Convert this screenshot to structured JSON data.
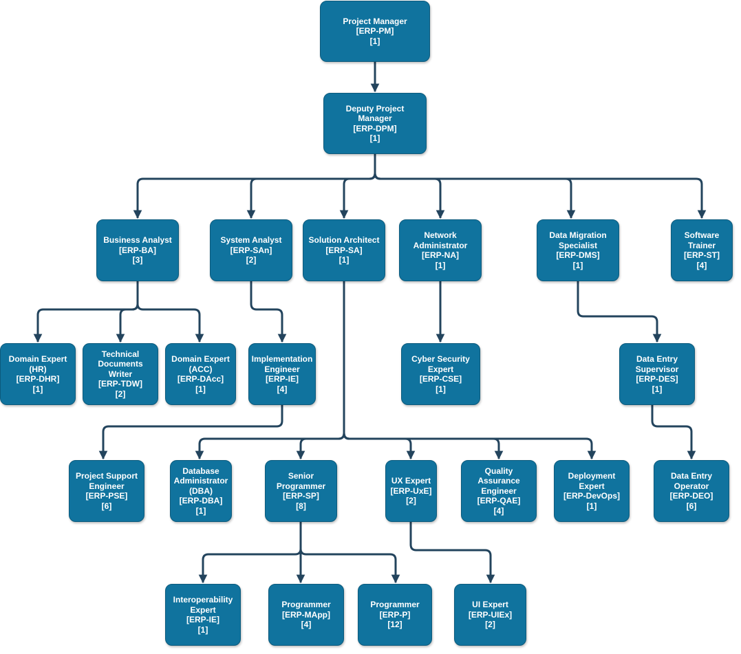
{
  "colors": {
    "node_fill": "#10739e",
    "connector": "#23445d"
  },
  "nodes": {
    "pm": {
      "title": "Project Manager",
      "code": "[ERP-PM]",
      "count": "[1]"
    },
    "dpm": {
      "title": "Deputy Project Manager",
      "code": "[ERP-DPM]",
      "count": "[1]"
    },
    "ba": {
      "title": "Business Analyst",
      "code": "[ERP-BA]",
      "count": "[3]"
    },
    "san": {
      "title": "System Analyst",
      "code": "[ERP-SAn]",
      "count": "[2]"
    },
    "sa": {
      "title": "Solution Architect",
      "code": "[ERP-SA]",
      "count": "[1]"
    },
    "na": {
      "title": "Network\nAdministrator",
      "code": "[ERP-NA]",
      "count": "[1]"
    },
    "dms": {
      "title": "Data Migration\nSpecialist",
      "code": "[ERP-DMS]",
      "count": "[1]"
    },
    "st": {
      "title": "Software\nTrainer",
      "code": "[ERP-ST]",
      "count": "[4]"
    },
    "dhr": {
      "title": "Domain Expert\n(HR)",
      "code": "[ERP-DHR]",
      "count": "[1]"
    },
    "tdw": {
      "title": "Technical\nDocuments Writer",
      "code": "[ERP-TDW]",
      "count": "[2]"
    },
    "dacc": {
      "title": "Domain Expert\n(ACC)",
      "code": "[ERP-DAcc]",
      "count": "[1]"
    },
    "ie": {
      "title": "Implementation\nEngineer",
      "code": "[ERP-IE]",
      "count": "[4]"
    },
    "cse": {
      "title": "Cyber Security\nExpert",
      "code": "[ERP-CSE]",
      "count": "[1]"
    },
    "des": {
      "title": "Data Entry\nSupervisor",
      "code": "[ERP-DES]",
      "count": "[1]"
    },
    "pse": {
      "title": "Project Support\nEngineer",
      "code": "[ERP-PSE]",
      "count": "[6]"
    },
    "dba": {
      "title": "Database\nAdministrator\n(DBA)",
      "code": "[ERP-DBA]",
      "count": "[1]"
    },
    "sp": {
      "title": "Senior\nProgrammer",
      "code": "[ERP-SP]",
      "count": "[8]"
    },
    "uxe": {
      "title": "UX Expert",
      "code": "[ERP-UxE]",
      "count": "[2]"
    },
    "qae": {
      "title": "Quality Assurance\nEngineer",
      "code": "[ERP-QAE]",
      "count": "[4]"
    },
    "devops": {
      "title": "Deployment\nExpert",
      "code": "[ERP-DevOps]",
      "count": "[1]"
    },
    "deo": {
      "title": "Data Entry\nOperator",
      "code": "[ERP-DEO]",
      "count": "[6]"
    },
    "iex": {
      "title": "Interoperability\nExpert",
      "code": "[ERP-IE]",
      "count": "[1]"
    },
    "mapp": {
      "title": "Programmer",
      "code": "[ERP-MApp]",
      "count": "[4]"
    },
    "p": {
      "title": "Programmer",
      "code": "[ERP-P]",
      "count": "[12]"
    },
    "uiex": {
      "title": "UI Expert",
      "code": "[ERP-UIEx]",
      "count": "[2]"
    }
  }
}
